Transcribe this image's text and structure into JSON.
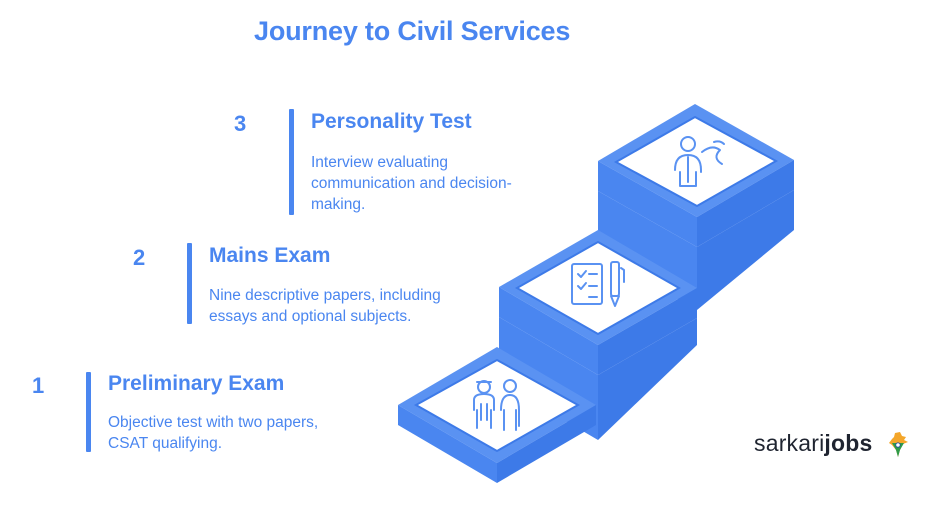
{
  "title": "Journey to Civil Services",
  "stages": [
    {
      "number": "1",
      "title": "Preliminary Exam",
      "description": "Objective test with two papers, CSAT qualifying.",
      "icon": "person-with-guide-icon"
    },
    {
      "number": "2",
      "title": "Mains Exam",
      "description": "Nine descriptive papers, including essays and optional subjects.",
      "icon": "checklist-pen-icon"
    },
    {
      "number": "3",
      "title": "Personality Test",
      "description": "Interview evaluating communication and decision-making.",
      "icon": "interview-person-icon"
    }
  ],
  "brand": {
    "part1": "sarkari",
    "part2": "jobs",
    "icon": "india-map-icon"
  },
  "colors": {
    "accent": "#4a86f0",
    "step_side": "#5a92f2",
    "step_front": "#3d7ae8",
    "brand_text": "#1f2430"
  }
}
